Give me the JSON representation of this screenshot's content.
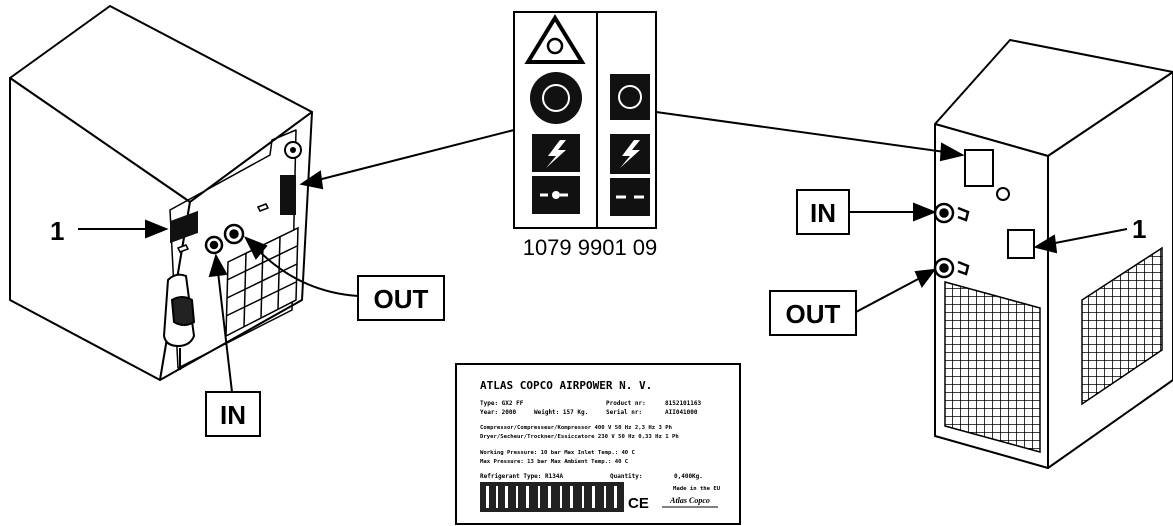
{
  "labels": {
    "left_item_number": "1",
    "left_out": "OUT",
    "left_in": "IN",
    "right_in": "IN",
    "right_out": "OUT",
    "right_item_number": "1"
  },
  "decal_part_number": "1079 9901 09",
  "data_plate": {
    "company": "ATLAS COPCO AIRPOWER N. V.",
    "line1_left": "Type: GX2 FF",
    "line1_right": "Product nr:",
    "line1_value": "8152101163",
    "line2_left": "Year: 2000",
    "line2_mid": "Weight: 157 Kg.",
    "line2_right": "Serial nr:",
    "line2_value": "AII041000",
    "line3": "Compressor/Compresseur/Kompressor 400 V 50 Hz 2,3 Hz 3 Ph",
    "line4": "Dryer/Secheur/Trockner/Essiccatore 230 V 50 Hz 0,33 Hz 1 Ph",
    "line5": "Working Pressure: 10 bar   Max Inlet Temp.: 40 C",
    "line6": "Max Pressure:     13 bar   Max Ambient Temp.: 40 C",
    "line7_left": "Refrigerant Type: R134A",
    "line7_right": "Quantity:",
    "line7_value": "0,400Kg.",
    "made_in": "Made in the EU",
    "ce_mark": "CE",
    "brand": "Atlas Copco"
  }
}
